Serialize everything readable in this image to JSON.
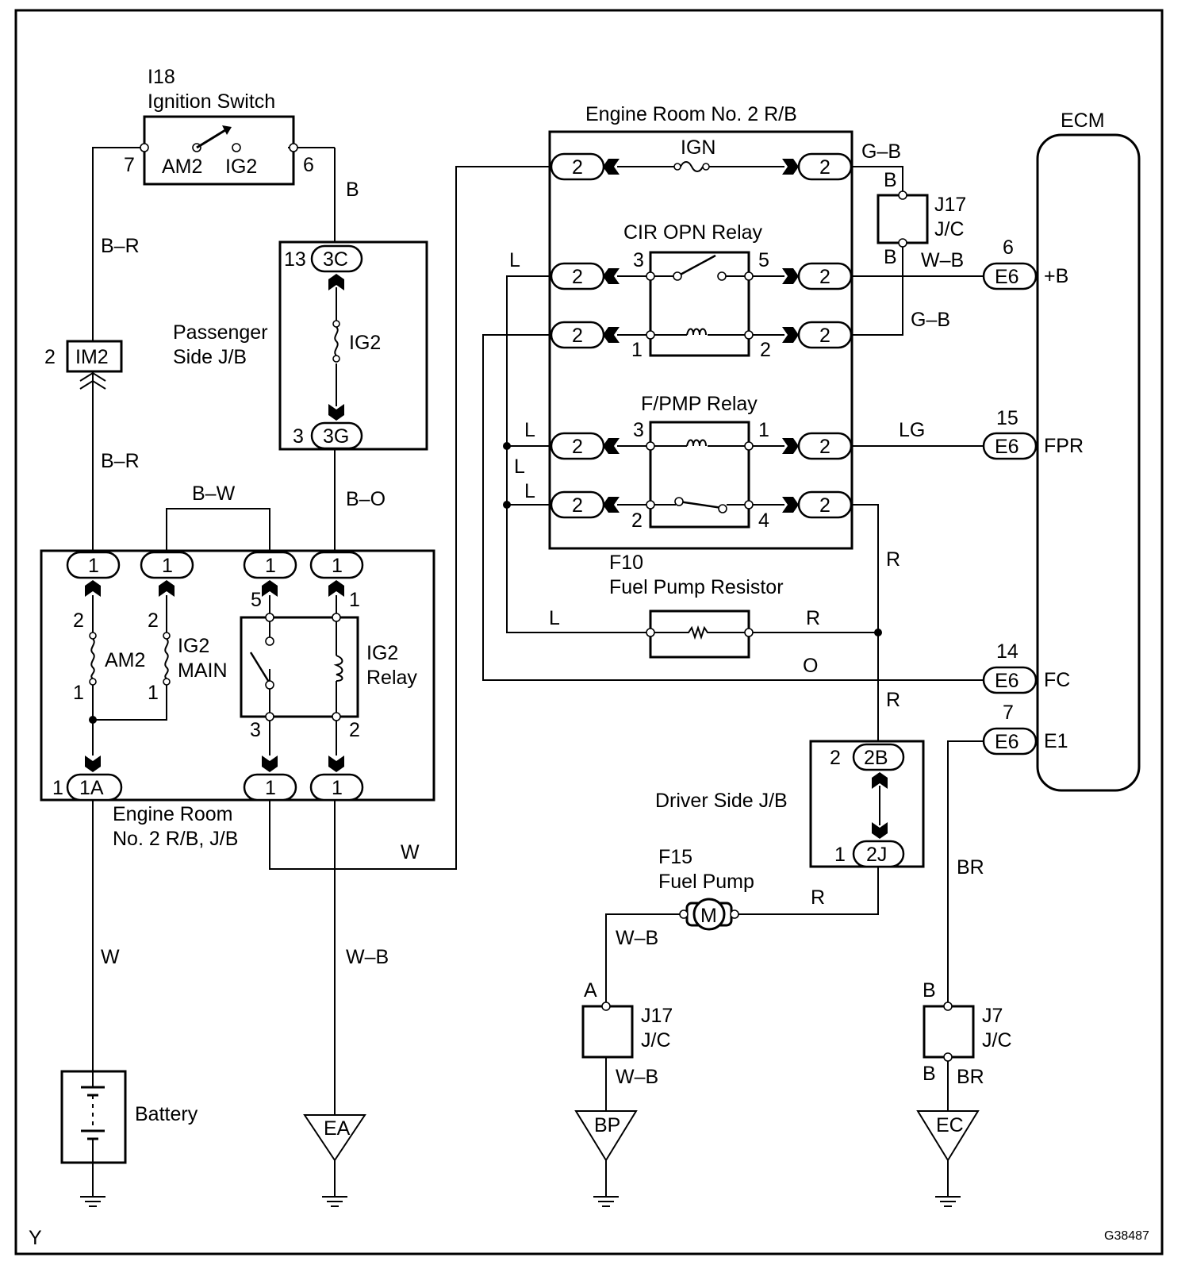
{
  "components": {
    "ignition_switch": {
      "ref": "I18",
      "name": "Ignition Switch",
      "pos1": "AM2",
      "pos2": "IG2",
      "pin_left": "7",
      "pin_right": "6"
    },
    "engine_room_rb": {
      "name": "Engine Room No. 2 R/B"
    },
    "engine_room_rb_jb": {
      "name_line1": "Engine Room",
      "name_line2": "No. 2 R/B, J/B"
    },
    "passenger_jb": {
      "name_line1": "Passenger",
      "name_line2": "Side J/B",
      "fuse": "IG2",
      "conn_top": "3C",
      "pin_top": "13",
      "conn_bottom": "3G",
      "pin_bottom": "3"
    },
    "im2": {
      "label": "IM2",
      "pin": "2"
    },
    "ign_fuse": {
      "label": "IGN"
    },
    "cir_opn_relay": {
      "name": "CIR OPN Relay"
    },
    "fpmp_relay": {
      "name": "F/PMP Relay"
    },
    "ig2_relay": {
      "name_line1": "IG2",
      "name_line2": "Relay"
    },
    "am2_fuse": {
      "label": "AM2"
    },
    "ig2_main_fuse": {
      "label_line1": "IG2",
      "label_line2": "MAIN"
    },
    "fuel_pump_resistor": {
      "ref": "F10",
      "name": "Fuel Pump Resistor"
    },
    "fuel_pump": {
      "ref": "F15",
      "name": "Fuel Pump",
      "symbol": "M"
    },
    "driver_jb": {
      "name": "Driver Side J/B",
      "conn_top": "2B",
      "pin_top": "2",
      "conn_bottom": "2J",
      "pin_bottom": "1"
    },
    "j17_top": {
      "label_line1": "J17",
      "label_line2": "J/C",
      "pin_top": "B",
      "pin_bottom": "B"
    },
    "j17_bottom": {
      "label_line1": "J17",
      "label_line2": "J/C",
      "pin_top": "A"
    },
    "j7": {
      "label_line1": "J7",
      "label_line2": "J/C",
      "pin_top": "B",
      "pin_bottom": "B"
    },
    "battery": {
      "label": "Battery"
    },
    "ecm": {
      "name": "ECM"
    }
  },
  "ecm_pins": [
    {
      "pin": "6",
      "conn": "E6",
      "signal": "+B"
    },
    {
      "pin": "15",
      "conn": "E6",
      "signal": "FPR"
    },
    {
      "pin": "14",
      "conn": "E6",
      "signal": "FC"
    },
    {
      "pin": "7",
      "conn": "E6",
      "signal": "E1"
    }
  ],
  "grounds": [
    "EA",
    "BP",
    "EC"
  ],
  "connector_labels": {
    "one": "1",
    "two": "2",
    "one_a": "1A"
  },
  "relay_pins": {
    "cir_in_top": "3",
    "cir_out_top": "5",
    "cir_in_bot": "1",
    "cir_out_bot": "2",
    "fp_in_top": "3",
    "fp_out_top": "1",
    "fp_in_bot": "2",
    "fp_out_bot": "4",
    "ig2r_top_l": "5",
    "ig2r_top_r": "1",
    "ig2r_bot_l": "3",
    "ig2r_bot_r": "2",
    "am2_top": "2",
    "am2_bot": "1",
    "ig2m_top": "2",
    "ig2m_bot": "1",
    "jb_1a_pin": "1"
  },
  "wire_colors": {
    "b": "B",
    "b_r": "B–R",
    "b_w": "B–W",
    "b_o": "B–O",
    "w": "W",
    "w_b": "W–B",
    "g_b": "G–B",
    "l": "L",
    "lg": "LG",
    "r": "R",
    "o": "O",
    "br": "BR"
  },
  "footer": {
    "left": "Y",
    "right": "G38487"
  }
}
